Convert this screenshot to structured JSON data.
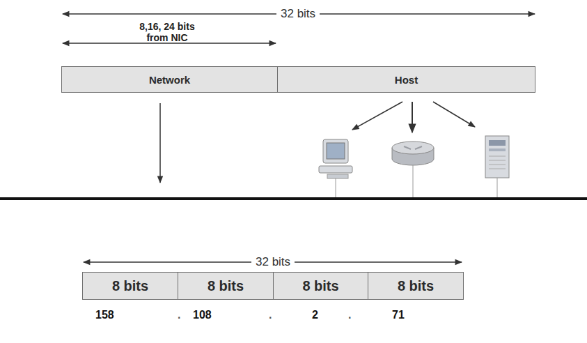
{
  "diagram": {
    "nodes": [
      {
        "text": [
          "Network"
        ]
      },
      {
        "text": [
          "Host"
        ]
      },
      {
        "text": [
          "8 bits"
        ]
      },
      {
        "text": [
          "8 bits"
        ]
      },
      {
        "text": [
          "8 bits"
        ]
      },
      {
        "text": [
          "8 bits"
        ]
      }
    ],
    "labels": [
      "32 bits",
      "8,16, 24 bits from NIC",
      "32 bits",
      "158",
      ".",
      "108",
      ".",
      "2",
      ".",
      "71"
    ]
  }
}
